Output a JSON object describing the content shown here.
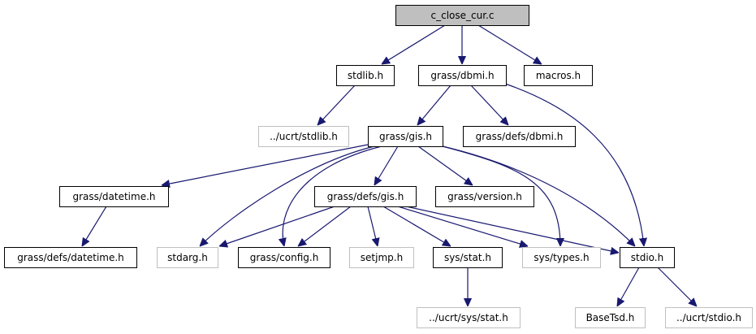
{
  "diagram": {
    "type": "include-dependency-graph",
    "colors": {
      "edge": "#191970",
      "root_fill": "#bfbfbf",
      "node_border": "#000000",
      "external_border": "#bfbfbf"
    },
    "nodes": [
      {
        "id": "c_close_cur",
        "label": "c_close_cur.c",
        "kind": "root"
      },
      {
        "id": "stdlib",
        "label": "stdlib.h",
        "kind": "documented"
      },
      {
        "id": "dbmi",
        "label": "grass/dbmi.h",
        "kind": "documented"
      },
      {
        "id": "macros",
        "label": "macros.h",
        "kind": "documented"
      },
      {
        "id": "ucrt_stdlib",
        "label": "../ucrt/stdlib.h",
        "kind": "external"
      },
      {
        "id": "gis",
        "label": "grass/gis.h",
        "kind": "documented"
      },
      {
        "id": "defs_dbmi",
        "label": "grass/defs/dbmi.h",
        "kind": "documented"
      },
      {
        "id": "datetime",
        "label": "grass/datetime.h",
        "kind": "documented"
      },
      {
        "id": "defs_gis",
        "label": "grass/defs/gis.h",
        "kind": "documented"
      },
      {
        "id": "version",
        "label": "grass/version.h",
        "kind": "documented"
      },
      {
        "id": "defs_datetime",
        "label": "grass/defs/datetime.h",
        "kind": "documented"
      },
      {
        "id": "stdarg",
        "label": "stdarg.h",
        "kind": "external"
      },
      {
        "id": "config",
        "label": "grass/config.h",
        "kind": "documented"
      },
      {
        "id": "setjmp",
        "label": "setjmp.h",
        "kind": "external"
      },
      {
        "id": "sys_stat",
        "label": "sys/stat.h",
        "kind": "documented"
      },
      {
        "id": "sys_types",
        "label": "sys/types.h",
        "kind": "external"
      },
      {
        "id": "stdio",
        "label": "stdio.h",
        "kind": "documented"
      },
      {
        "id": "ucrt_sys_stat",
        "label": "../ucrt/sys/stat.h",
        "kind": "external"
      },
      {
        "id": "basetsd",
        "label": "BaseTsd.h",
        "kind": "external"
      },
      {
        "id": "ucrt_stdio",
        "label": "../ucrt/stdio.h",
        "kind": "external"
      }
    ],
    "edges": [
      {
        "from": "c_close_cur",
        "to": "stdlib"
      },
      {
        "from": "c_close_cur",
        "to": "dbmi"
      },
      {
        "from": "c_close_cur",
        "to": "macros"
      },
      {
        "from": "stdlib",
        "to": "ucrt_stdlib"
      },
      {
        "from": "dbmi",
        "to": "gis"
      },
      {
        "from": "dbmi",
        "to": "defs_dbmi"
      },
      {
        "from": "dbmi",
        "to": "stdio"
      },
      {
        "from": "gis",
        "to": "datetime"
      },
      {
        "from": "gis",
        "to": "stdarg"
      },
      {
        "from": "gis",
        "to": "config"
      },
      {
        "from": "gis",
        "to": "defs_gis"
      },
      {
        "from": "gis",
        "to": "version"
      },
      {
        "from": "gis",
        "to": "sys_types"
      },
      {
        "from": "gis",
        "to": "stdio"
      },
      {
        "from": "datetime",
        "to": "defs_datetime"
      },
      {
        "from": "defs_gis",
        "to": "stdarg"
      },
      {
        "from": "defs_gis",
        "to": "config"
      },
      {
        "from": "defs_gis",
        "to": "setjmp"
      },
      {
        "from": "defs_gis",
        "to": "sys_stat"
      },
      {
        "from": "defs_gis",
        "to": "sys_types"
      },
      {
        "from": "defs_gis",
        "to": "stdio"
      },
      {
        "from": "sys_stat",
        "to": "ucrt_sys_stat"
      },
      {
        "from": "stdio",
        "to": "basetsd"
      },
      {
        "from": "stdio",
        "to": "ucrt_stdio"
      }
    ]
  }
}
